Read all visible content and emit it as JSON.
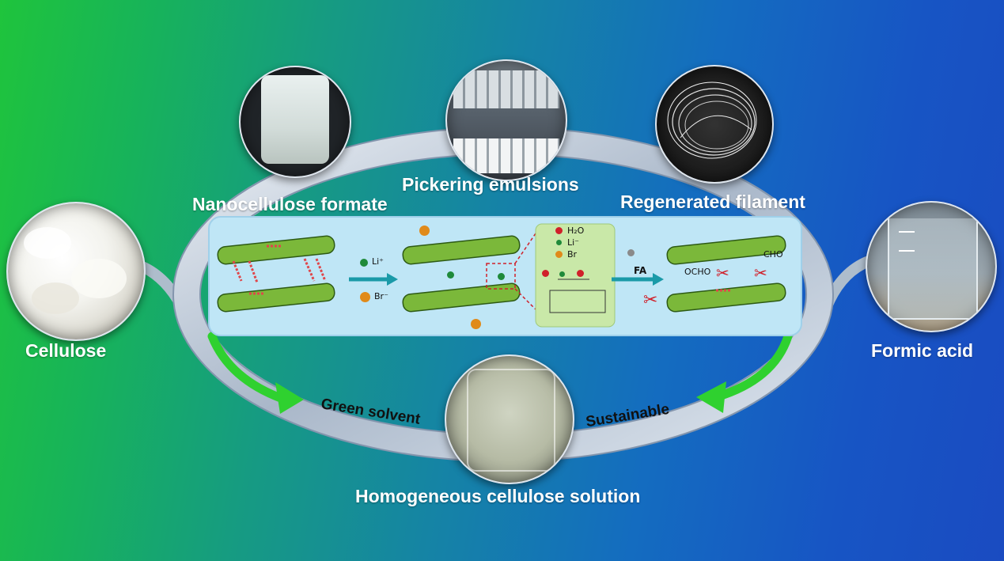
{
  "nodes": {
    "cellulose": "Cellulose",
    "nanocellulose_formate": "Nanocellulose formate",
    "pickering_emulsions": "Pickering emulsions",
    "regenerated_filament": "Regenerated filament",
    "formic_acid": "Formic acid",
    "homogeneous_solution": "Homogeneous cellulose solution"
  },
  "ring": {
    "left_label": "Green solvent",
    "right_label": "Sustainable"
  },
  "mechanism": {
    "li_label": "Li⁺",
    "br_label": "Br⁻",
    "h2o_label": "H₂O",
    "li_label2": "Li⁻",
    "br_label2": "Br",
    "fa_label": "FA",
    "cho_label": "CHO",
    "ocho_label": "OCHO"
  },
  "colors": {
    "arrow_green": "#2fd12f",
    "arrow_teal": "#1a9aa8",
    "hbond_red": "#e0464a",
    "chain_green": "#7bb83a",
    "li_ion": "#1f8a3a",
    "br_ion": "#e08a1a"
  }
}
